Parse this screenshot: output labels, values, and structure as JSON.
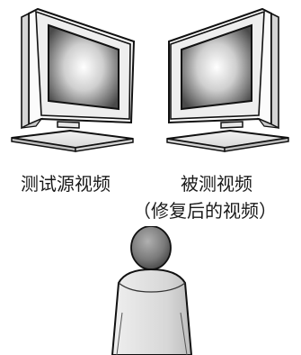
{
  "labels": {
    "source_video": "测试源视频",
    "tested_video": "被测视频",
    "tested_video_note": "（修复后的视频）"
  },
  "colors": {
    "stroke": "#111111",
    "frame": "#f7f7f7",
    "bezel": "#dddddd",
    "screen_center": "#ffffff",
    "screen_edge": "#4a4a4a",
    "person_head": "#7b7b7b",
    "person_body": "#d8d8d8"
  },
  "icons": {
    "left_monitor": "monitor-icon",
    "right_monitor": "monitor-icon",
    "viewer": "person-icon"
  }
}
